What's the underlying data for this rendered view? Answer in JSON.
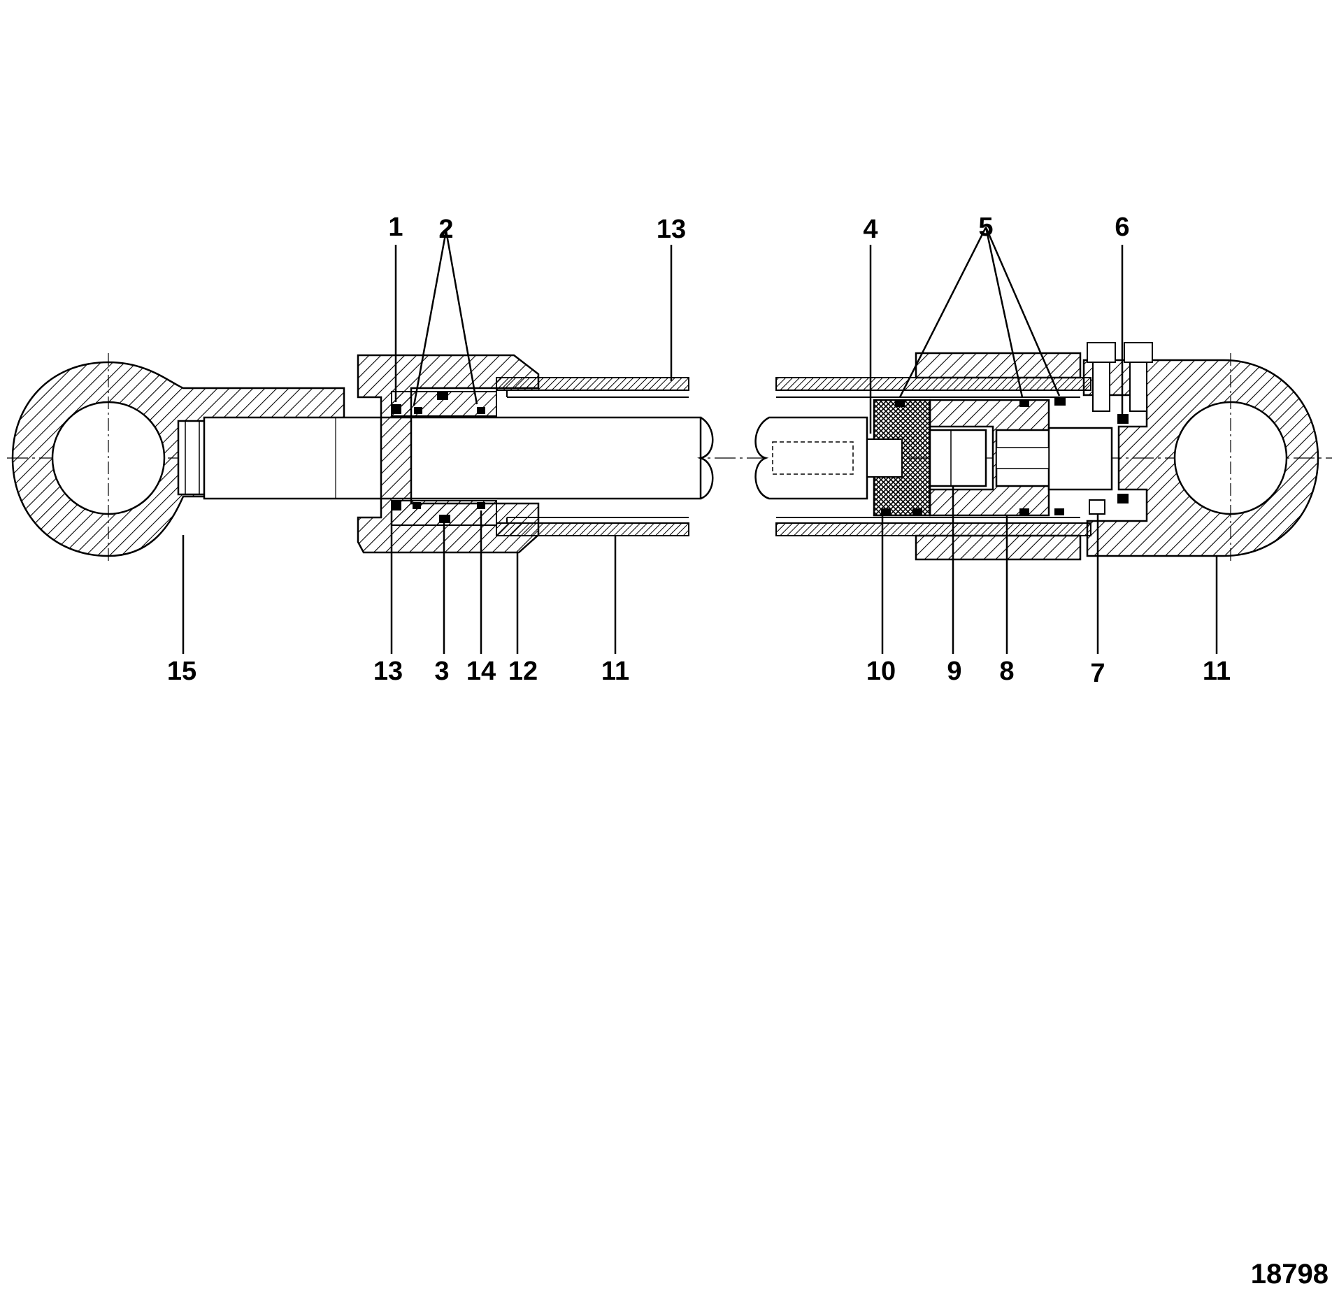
{
  "figure_number": "18798",
  "callouts": {
    "top_left": [
      "1",
      "2",
      "13"
    ],
    "top_right": [
      "4",
      "5",
      "6"
    ],
    "bottom_left": [
      "15",
      "13",
      "3",
      "14",
      "12",
      "11"
    ],
    "bottom_right": [
      "10",
      "9",
      "8",
      "7",
      "11"
    ]
  },
  "parts": {
    "c1": "1",
    "c2": "2",
    "c3": "3",
    "c4": "4",
    "c5": "5",
    "c6": "6",
    "c7": "7",
    "c8": "8",
    "c9": "9",
    "c10": "10",
    "c11a": "11",
    "c11b": "11",
    "c12": "12",
    "c13a": "13",
    "c13b": "13",
    "c14": "14",
    "c15": "15"
  },
  "colors": {
    "line": "#000000",
    "hatch": "#000000",
    "background": "#ffffff"
  }
}
